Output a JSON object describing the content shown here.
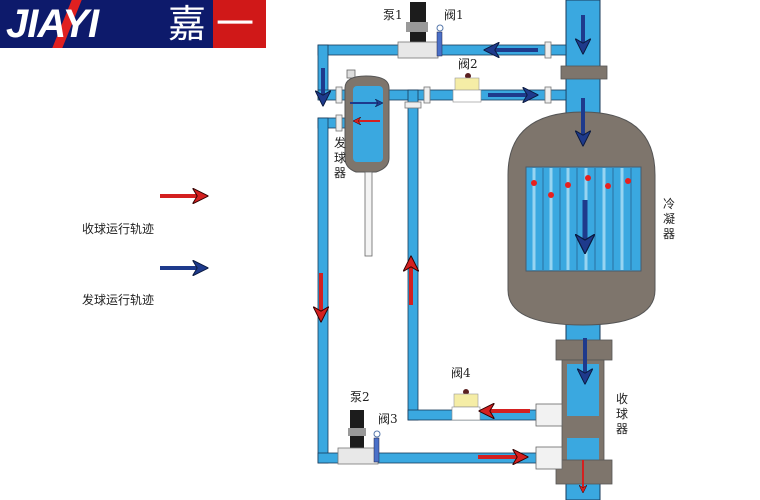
{
  "logo": {
    "latin": "JIAYI",
    "cn_part1": "嘉",
    "cn_part2": "一"
  },
  "legend": {
    "receive": {
      "label": "收球运行轨迹",
      "color": "#d42020",
      "icon": "red-arrow-right-icon"
    },
    "launch": {
      "label": "发球运行轨迹",
      "color": "#1e3a8c",
      "icon": "blue-arrow-right-icon"
    }
  },
  "components": {
    "pump1": "泵1",
    "valve1": "阀1",
    "valve2": "阀2",
    "launcher": "发球器",
    "condenser": "冷凝器",
    "valve4": "阀4",
    "pump2": "泵2",
    "valve3": "阀3",
    "receiver": "收球器"
  },
  "colors": {
    "pipe": "#3aa8e0",
    "vessel": "#7e756c",
    "blue_arrow": "#1e3a8c",
    "red_arrow": "#d42020",
    "ball": "#e8201e"
  }
}
